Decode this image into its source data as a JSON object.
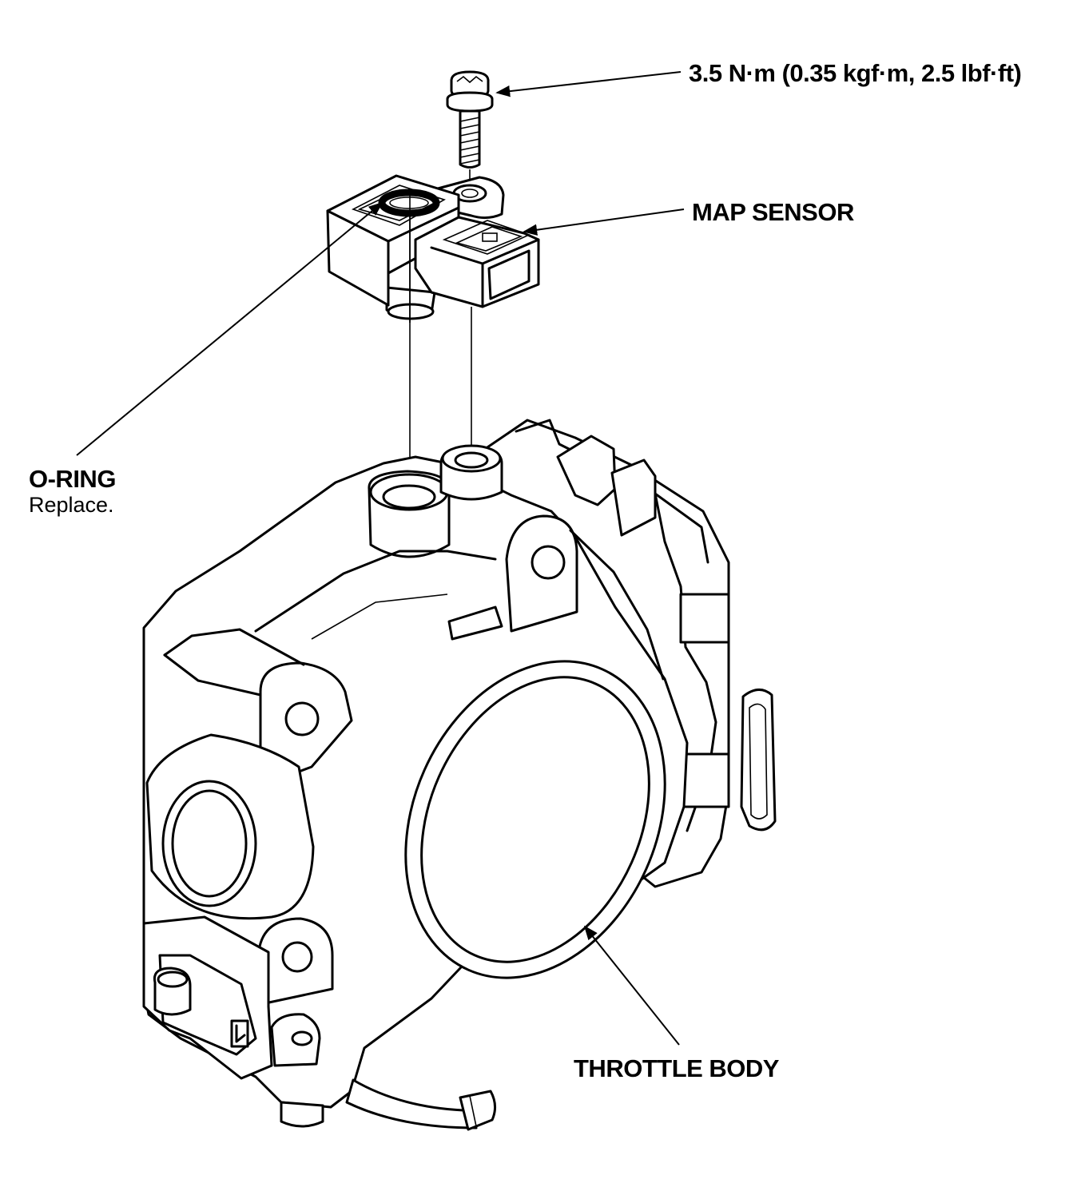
{
  "labels": {
    "torque_spec": "3.5 N·m (0.35 kgf·m, 2.5 lbf·ft)",
    "map_sensor": "MAP SENSOR",
    "o_ring": "O-RING",
    "o_ring_note": "Replace.",
    "throttle_body": "THROTTLE BODY"
  },
  "colors": {
    "line": "#000000",
    "background": "#ffffff"
  }
}
